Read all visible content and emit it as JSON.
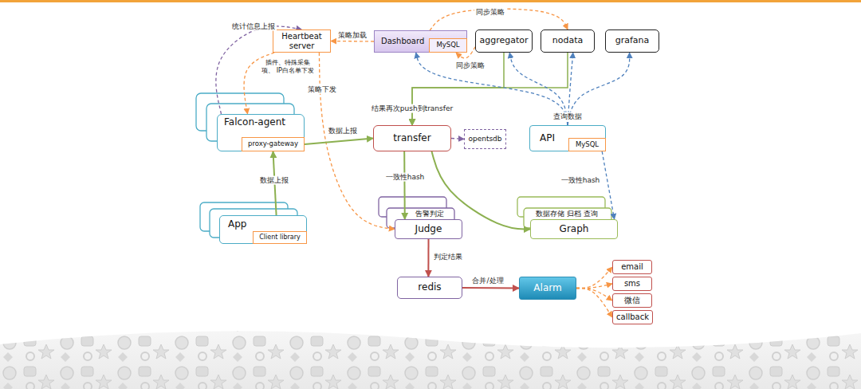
{
  "diagram": {
    "nodes": [
      {
        "text": [
          "Heartbeat server"
        ]
      },
      {
        "text": [
          "Dashboard"
        ]
      },
      {
        "text": [
          "MySQL"
        ],
        "in": 1
      },
      {
        "text": [
          "aggregator"
        ]
      },
      {
        "text": [
          "nodata"
        ]
      },
      {
        "text": [
          "grafana"
        ]
      },
      {
        "text": [
          "Falcon-agent"
        ]
      },
      {
        "text": [
          "proxy-gateway"
        ],
        "in": 6
      },
      {
        "text": [
          "transfer"
        ]
      },
      {
        "text": [
          "opentsdb"
        ]
      },
      {
        "text": [
          "API"
        ]
      },
      {
        "text": [
          "MySQL"
        ],
        "in": 10
      },
      {
        "text": [
          "告警判定",
          "Judge"
        ]
      },
      {
        "text": [
          "数据存储 归档 查询",
          "Graph"
        ]
      },
      {
        "text": [
          "App"
        ]
      },
      {
        "text": [
          "Client library"
        ],
        "in": 14
      },
      {
        "text": [
          "redis"
        ]
      },
      {
        "text": [
          "Alarm"
        ]
      },
      {
        "text": [
          "email"
        ]
      },
      {
        "text": [
          "sms"
        ]
      },
      {
        "text": [
          "微信"
        ]
      },
      {
        "text": [
          "callback"
        ]
      }
    ],
    "edges": [
      {
        "from": 6,
        "to": 0,
        "label": "统计信息上报",
        "arrow": "to"
      },
      {
        "from": 0,
        "to": 6,
        "label": "插件、特殊采集项、 IP白名单下发",
        "arrow": "to"
      },
      {
        "from": 1,
        "to": 0,
        "label": "策略加载",
        "arrow": "to"
      },
      {
        "from": 0,
        "to": 12,
        "label": "策略下发",
        "arrow": "to"
      },
      {
        "from": 1,
        "to": 4,
        "label": "同步策略",
        "arrow": "to"
      },
      {
        "from": 3,
        "to": 1,
        "label": "同步策略",
        "arrow": "to"
      },
      {
        "from": 7,
        "to": 8,
        "label": "数据上报",
        "arrow": "to"
      },
      {
        "from": 15,
        "to": 7,
        "label": "数据上报",
        "arrow": "to"
      },
      {
        "from": 8,
        "to": 9,
        "arrow": "to"
      },
      {
        "from": 8,
        "to": 12,
        "label": "一致性hash",
        "arrow": "to"
      },
      {
        "from": 8,
        "to": 13,
        "arrow": "to"
      },
      {
        "from": 3,
        "to": 8,
        "label": "结果再次push到transfer",
        "arrow": "to"
      },
      {
        "from": 4,
        "to": 8,
        "arrow": "to"
      },
      {
        "from": 10,
        "to": 1,
        "label": "查询数据",
        "arrow": "to"
      },
      {
        "from": 10,
        "to": 3,
        "arrow": "to"
      },
      {
        "from": 10,
        "to": 4,
        "arrow": "to"
      },
      {
        "from": 10,
        "to": 5,
        "arrow": "to"
      },
      {
        "from": 10,
        "to": 13,
        "label": "一致性hash",
        "arrow": "to"
      },
      {
        "from": 12,
        "to": 16,
        "label": "判定结果",
        "arrow": "to"
      },
      {
        "from": 16,
        "to": 17,
        "label": "合并/处理",
        "arrow": "to"
      },
      {
        "from": 17,
        "to": 18,
        "arrow": "to"
      },
      {
        "from": 17,
        "to": 19,
        "arrow": "to"
      },
      {
        "from": 17,
        "to": 20,
        "arrow": "to"
      },
      {
        "from": 17,
        "to": 21,
        "arrow": "to"
      }
    ]
  }
}
